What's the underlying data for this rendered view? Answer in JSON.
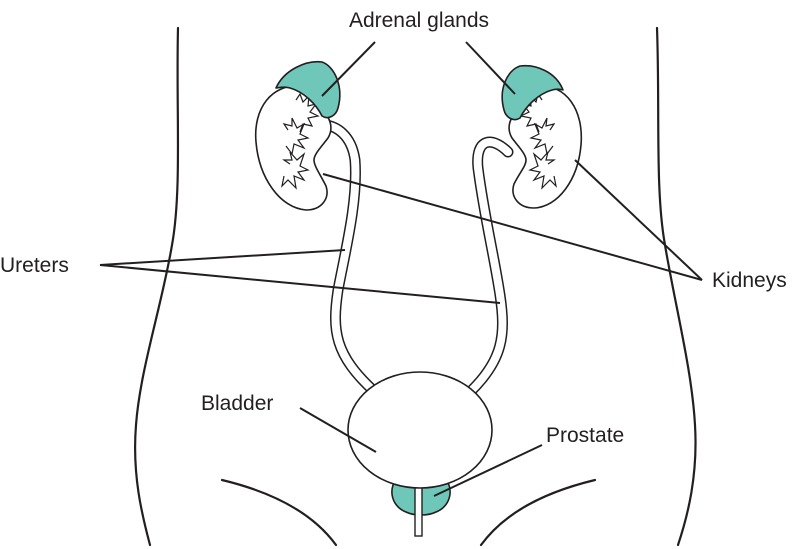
{
  "labels": {
    "adrenal_glands": "Adrenal glands",
    "kidneys": "Kidneys",
    "ureters": "Ureters",
    "bladder": "Bladder",
    "prostate": "Prostate"
  },
  "colors": {
    "gland": "#6ec7b8",
    "outline": "#231f20",
    "organ_fill": "#ffffff"
  }
}
